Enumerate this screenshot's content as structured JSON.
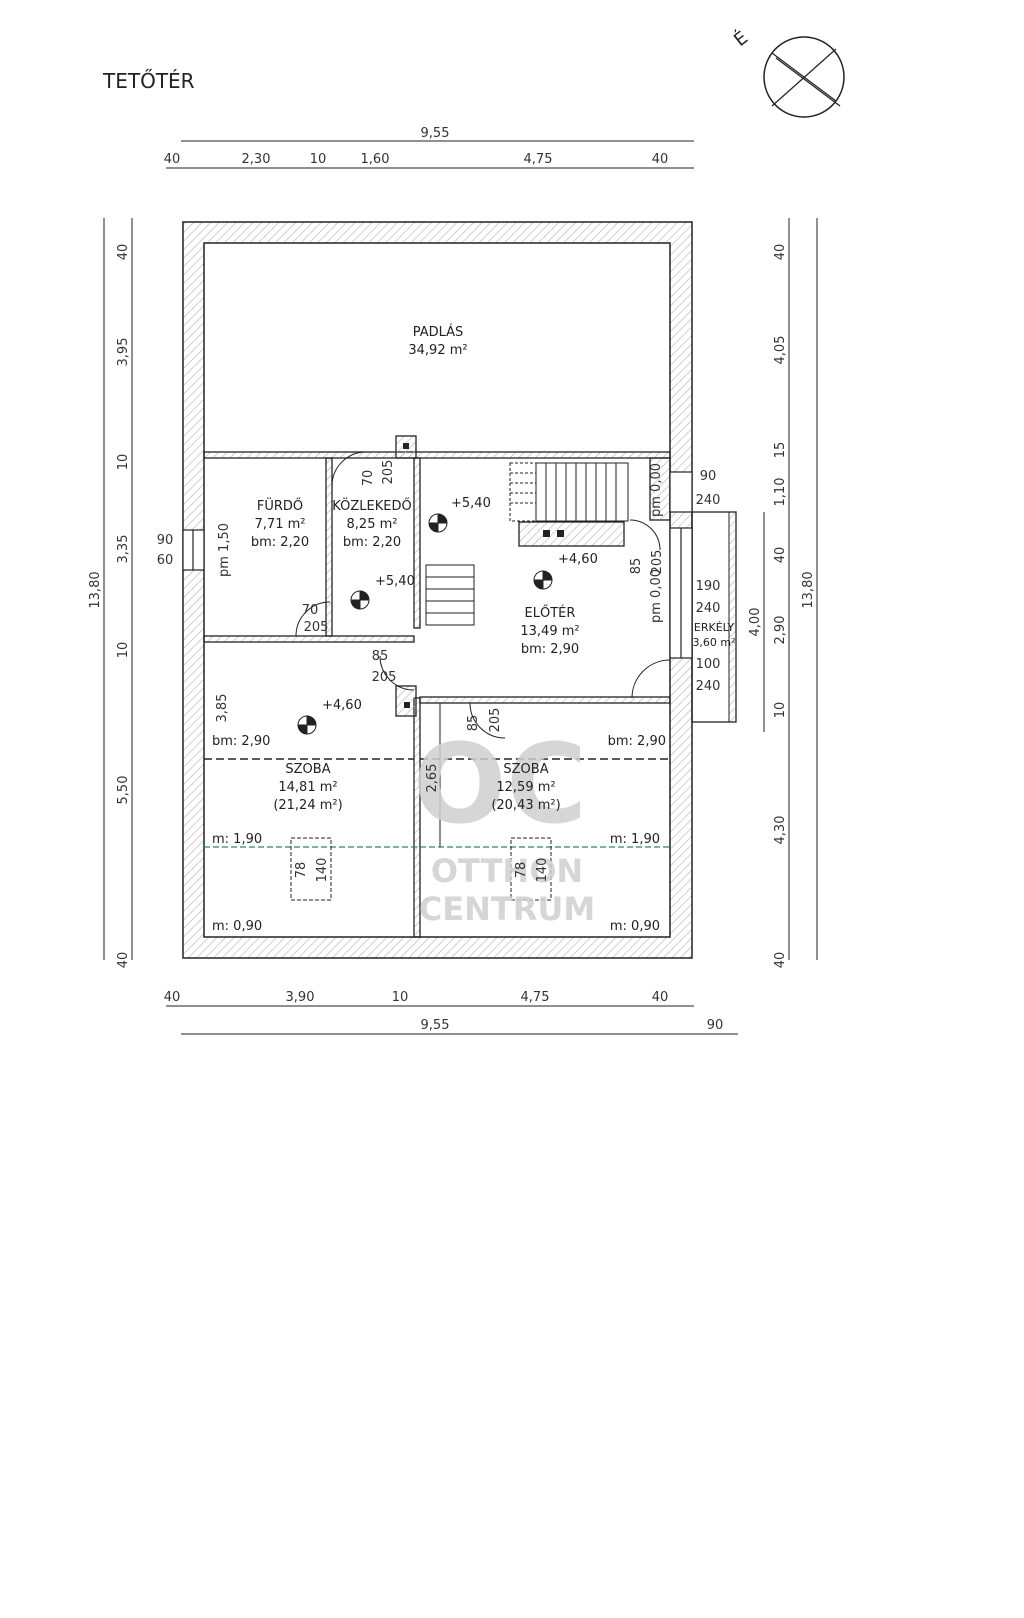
{
  "title": "TETŐTÉR",
  "north": "É",
  "colors": {
    "line": "#222222",
    "hatch": "#bbbbbb",
    "ridge": "#2a8a5a",
    "watermark": "#cfcfcf"
  },
  "rooms": {
    "padlas": {
      "name": "PADLÁS",
      "area": "34,92 m²"
    },
    "furdo": {
      "name": "FÜRDŐ",
      "area": "7,71 m²",
      "height": "bm: 2,20"
    },
    "kozlekedo": {
      "name": "KÖZLEKEDŐ",
      "area": "8,25 m²",
      "height": "bm: 2,20"
    },
    "eloter": {
      "name": "ELŐTÉR",
      "area": "13,49 m²",
      "height": "bm: 2,90"
    },
    "szoba1": {
      "name": "SZOBA",
      "area": "14,81 m²",
      "area2": "(21,24 m²)",
      "bm": "bm: 2,90",
      "m1": "m: 1,90",
      "m2": "m: 0,90"
    },
    "szoba2": {
      "name": "SZOBA",
      "area": "12,59 m²",
      "area2": "(20,43 m²)",
      "bm": "bm: 2,90",
      "m1": "m: 1,90",
      "m2": "m: 0,90"
    },
    "erkely": {
      "name": "ERKÉLY",
      "area": "3,60 m²"
    }
  },
  "levels": [
    "+5,40",
    "+5,40",
    "+4,60",
    "+4,60"
  ],
  "top_dims": {
    "total": "9,55",
    "parts": [
      "40",
      "2,30",
      "10",
      "1,60",
      "4,75",
      "40"
    ]
  },
  "bottom_dims": {
    "parts": [
      "40",
      "3,90",
      "10",
      "4,75",
      "40"
    ],
    "total": "9,55",
    "extra": "90"
  },
  "left_dims": {
    "total": "13,80",
    "parts": [
      "40",
      "3,95",
      "10",
      "3,35",
      "10",
      "5,50",
      "40"
    ]
  },
  "right_dims": {
    "total": "13,80",
    "parts": [
      "40",
      "4,05",
      "15",
      "1,10",
      "40",
      "2,90",
      "10",
      "4,30",
      "40"
    ],
    "balcony": "4,00"
  },
  "window_labels": {
    "w_left": [
      "90",
      "60"
    ],
    "w_right1": [
      "90",
      "240"
    ],
    "w_right2": [
      "190",
      "240"
    ],
    "w_right3": [
      "100",
      "240"
    ],
    "pm_furdo": "pm 1,50",
    "pm_right1": "pm 0,00",
    "pm_right2": "pm 0,00",
    "sky1": [
      "78",
      "140"
    ],
    "sky2": [
      "78",
      "140"
    ]
  },
  "door_labels": {
    "d1": [
      "70",
      "205"
    ],
    "d2": [
      "70",
      "205"
    ],
    "d3": [
      "85",
      "205"
    ],
    "d4": [
      "85",
      "205"
    ],
    "d5": [
      "85",
      "205"
    ]
  },
  "inner_dims": {
    "szoba1_h": "3,85",
    "szoba2_h": "2,65"
  },
  "watermark": {
    "logo": "OC",
    "line1": "OTTHON",
    "line2": "CENTRUM"
  }
}
